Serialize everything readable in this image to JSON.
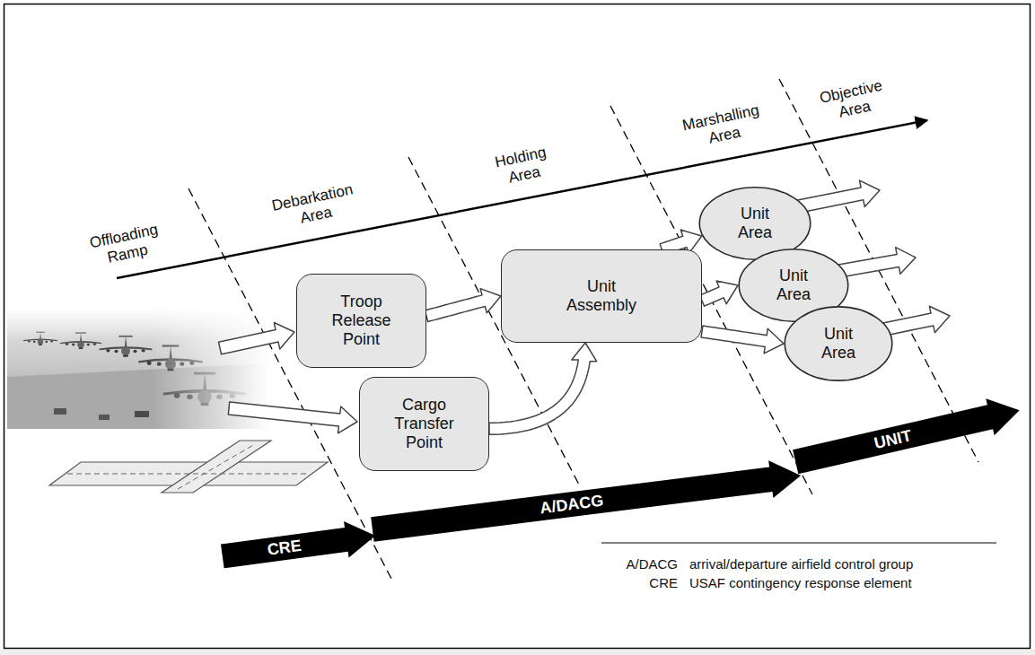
{
  "diagram": {
    "nodes": [
      {
        "text": [
          "Troop Release Point"
        ]
      },
      {
        "text": [
          "Cargo Transfer Point"
        ]
      },
      {
        "text": [
          "Unit Assembly"
        ]
      },
      {
        "text": [
          "Unit Area"
        ]
      },
      {
        "text": [
          "Unit Area"
        ]
      },
      {
        "text": [
          "Unit Area"
        ]
      },
      {
        "text": [
          "CRE"
        ]
      },
      {
        "text": [
          "A/DACG"
        ]
      },
      {
        "text": [
          "UNIT"
        ]
      }
    ],
    "edges": [
      {
        "from": 0,
        "to": 2,
        "arrow": "to"
      },
      {
        "from": 1,
        "to": 2,
        "arrow": "to"
      },
      {
        "from": 2,
        "to": 3,
        "arrow": "to"
      },
      {
        "from": 2,
        "to": 4,
        "arrow": "to"
      },
      {
        "from": 2,
        "to": 5,
        "arrow": "to"
      }
    ],
    "labels": [
      "Offloading Ramp",
      "Debarkation Area",
      "Holding Area",
      "Marshalling Area",
      "Objective Area",
      "A/DACG",
      "arrival/departure airfield control group",
      "CRE",
      "USAF contingency response element"
    ]
  }
}
